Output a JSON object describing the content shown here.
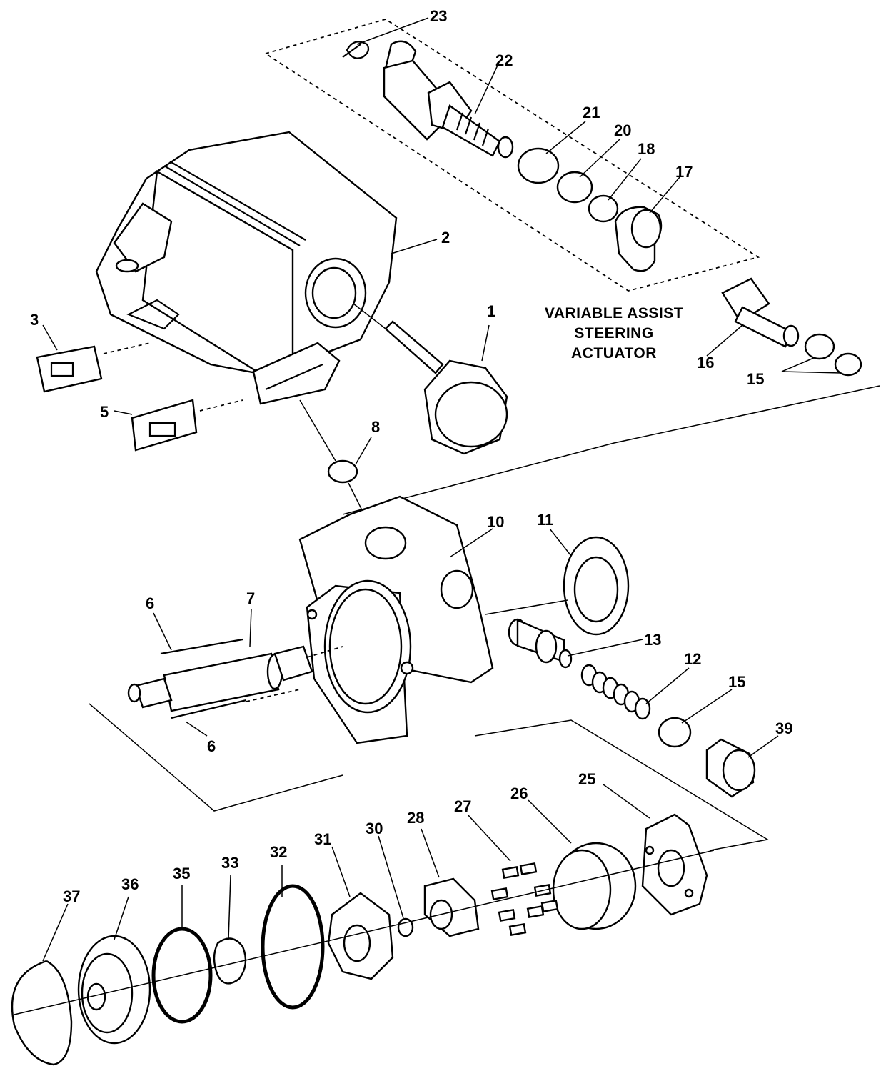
{
  "callouts": {
    "c1": "1",
    "c2": "2",
    "c3": "3",
    "c5": "5",
    "c6a": "6",
    "c6b": "6",
    "c7": "7",
    "c8": "8",
    "c10": "10",
    "c11": "11",
    "c12": "12",
    "c13": "13",
    "c15a": "15",
    "c15b": "15",
    "c16": "16",
    "c17": "17",
    "c18": "18",
    "c20": "20",
    "c21": "21",
    "c22": "22",
    "c23": "23",
    "c25": "25",
    "c26": "26",
    "c27": "27",
    "c28": "28",
    "c30": "30",
    "c31": "31",
    "c32": "32",
    "c33": "33",
    "c35": "35",
    "c36": "36",
    "c37": "37",
    "c39": "39"
  },
  "caption": {
    "line1": "VARIABLE ASSIST",
    "line2": "STEERING",
    "line3": "ACTUATOR"
  }
}
